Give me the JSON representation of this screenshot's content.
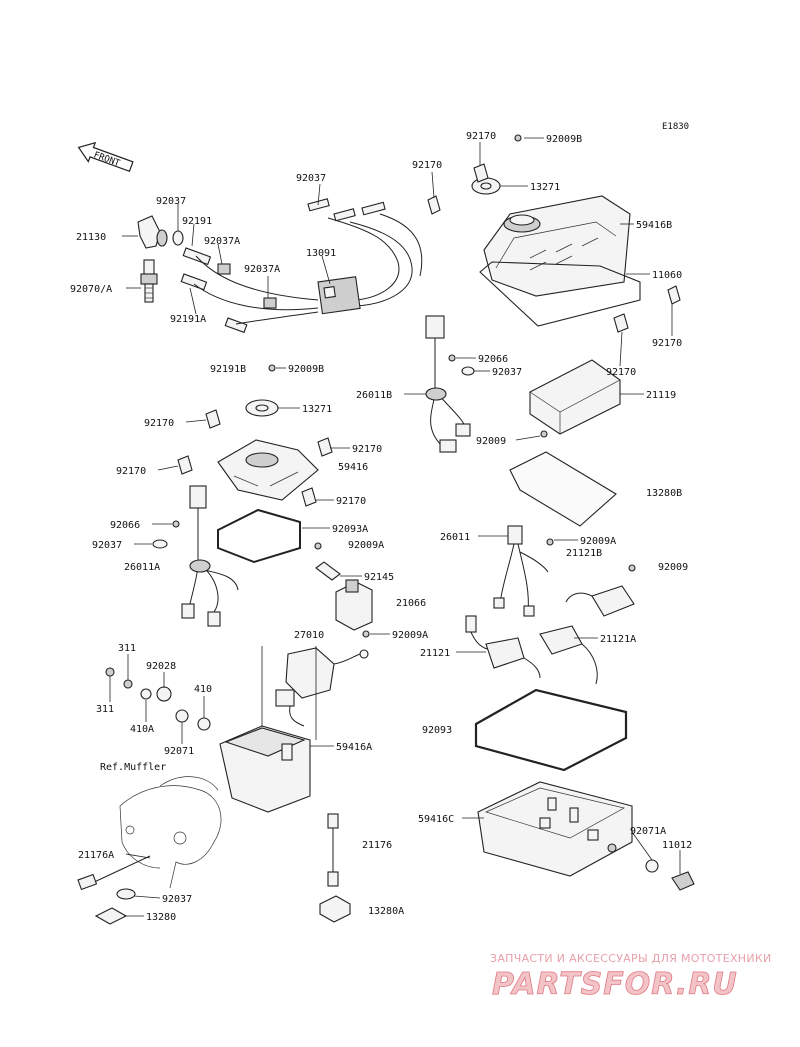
{
  "diagram_code": "E1830",
  "front_label": "FRONT",
  "ref_label": "Ref.Muffler",
  "watermark": {
    "line1": "ЗАПЧАСТИ И АКСЕССУАРЫ ДЛЯ МОТОТЕХНИКИ",
    "line2": "PARTSFOR.RU"
  },
  "part_labels": {
    "p92170_a": "92170",
    "p92009B_a": "92009B",
    "p13271_a": "13271",
    "p92170_b": "92170",
    "p59416B": "59416B",
    "p11060": "11060",
    "p92170_c": "92170",
    "p92037_top": "92037",
    "p92037_l": "92037",
    "p92191": "92191",
    "p21130": "21130",
    "p92037A_1": "92037A",
    "p92037A_2": "92037A",
    "p13091": "13091",
    "p92070A": "92070/A",
    "p92191A": "92191A",
    "p92066_a": "92066",
    "p92037_m": "92037",
    "p92170_d": "92170",
    "p21119": "21119",
    "p26011B": "26011B",
    "p92009_a": "92009",
    "p92191B": "92191B",
    "p92009B_b": "92009B",
    "p13271_b": "13271",
    "p92170_e": "92170",
    "p92170_f": "92170",
    "p59416": "59416",
    "p92170_g": "92170",
    "p92170_h": "92170",
    "p13280B": "13280B",
    "p92066_b": "92066",
    "p92093A": "92093A",
    "p92037_n": "92037",
    "p92009A_a": "92009A",
    "p26011A": "26011A",
    "p26011": "26011",
    "p92009A_b": "92009A",
    "p21121B": "21121B",
    "p92009_b": "92009",
    "p92145": "92145",
    "p21066": "21066",
    "p27010": "27010",
    "p92009A_c": "92009A",
    "p21121A": "21121A",
    "p21121": "21121",
    "p311_a": "311",
    "p92028": "92028",
    "p410": "410",
    "p311_b": "311",
    "p410A": "410A",
    "p92071": "92071",
    "p59416A": "59416A",
    "p92093": "92093",
    "p59416C": "59416C",
    "p92071A": "92071A",
    "p11012": "11012",
    "p21176": "21176",
    "p21176A": "21176A",
    "p92037_o": "92037",
    "p13280": "13280",
    "p13280A": "13280A"
  }
}
